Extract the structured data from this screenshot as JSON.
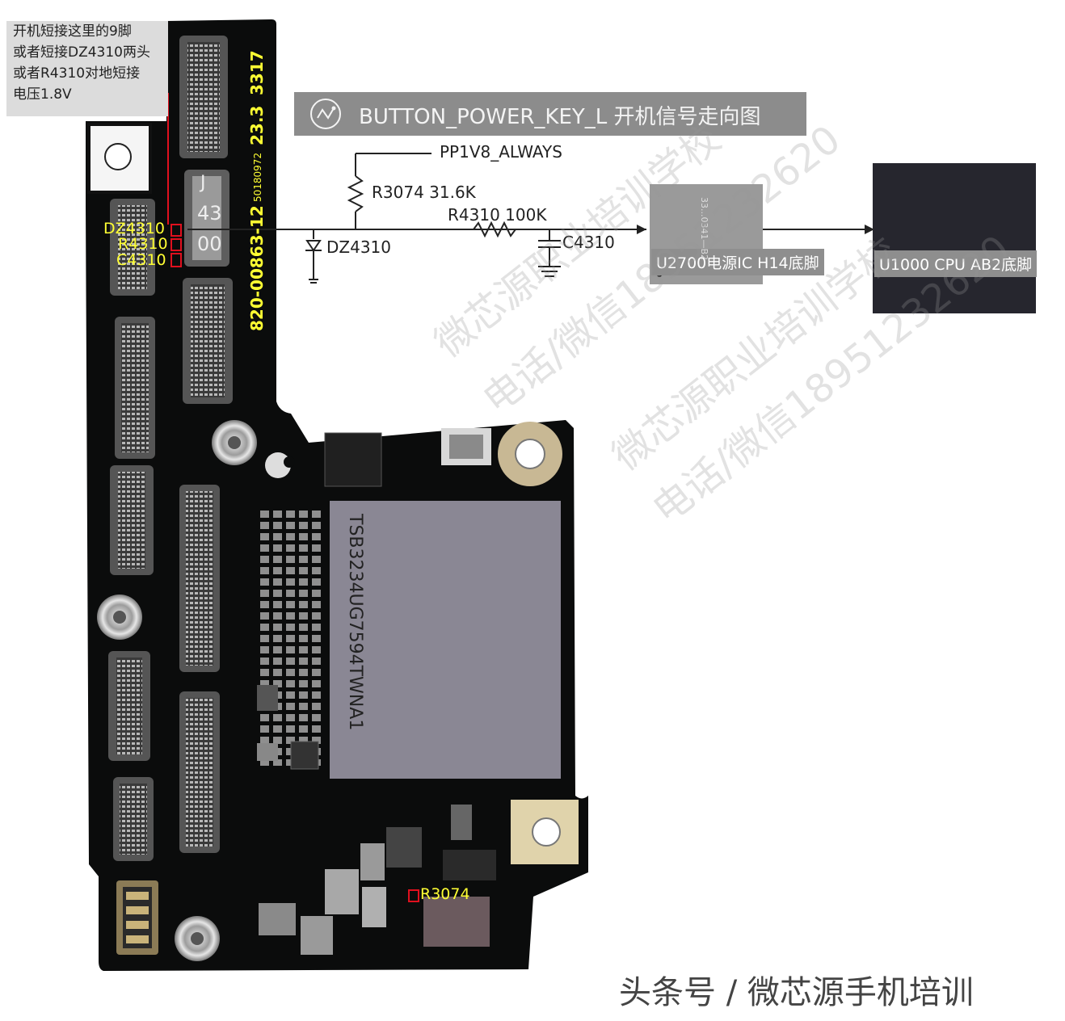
{
  "note_lines": [
    "开机短接这里的9脚",
    "或者短接DZ4310两头",
    "或者R4310对地短接",
    "电压1.8V"
  ],
  "banner_title": "BUTTON_POWER_KEY_L 开机信号走向图",
  "schematic": {
    "rail": "PP1V8_ALWAYS",
    "r3074": "R3074 31.6K",
    "r4310": "R4310 100K",
    "dz4310": "DZ4310",
    "c4310": "C4310",
    "u2700": "U2700电源IC H14底脚",
    "u1000": "U1000 CPU AB2底脚"
  },
  "board_labels": {
    "dz4310": "DZ4310",
    "r4310": "R4310",
    "c4310": "C4310",
    "r3074": "R3074",
    "j4300_a": "J",
    "j4300_b": "43",
    "j4300_c": "00",
    "pcb_silk_1": "820-00863-12",
    "pcb_silk_2": "50180972",
    "pcb_silk_3": "23.3",
    "pcb_silk_4": "3317",
    "chip_text": "TSB3234UG7594TWNA1",
    "chip_small": "33...0341—B2"
  },
  "watermarks": [
    "微芯源职业培训学校",
    "电话/微信18951232620"
  ],
  "footer": "头条号 / 微芯源手机培训",
  "colors": {
    "pcb": "#0b0c0c",
    "highlight": "#e0101e",
    "silk": "#ffff33",
    "banner": "#8c8c8c",
    "chip": "#8a8794"
  }
}
